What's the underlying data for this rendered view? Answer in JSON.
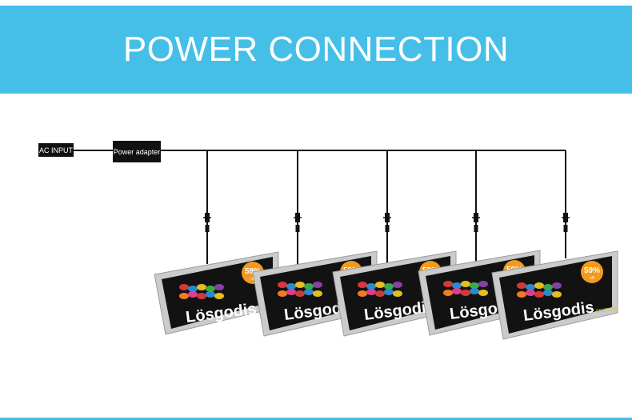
{
  "header": {
    "title": "POWER CONNECTION"
  },
  "labels": {
    "ac_input": "AC INPUT",
    "adapter": "Power adapter"
  },
  "display": {
    "brand": "Lösgodis",
    "badge": "59%",
    "badge_sub": "off",
    "tag": "crunchy",
    "count": 5
  },
  "colors": {
    "banner": "#45bfe8",
    "frame": "#c9cbcd",
    "screen": "#121212",
    "badge": "#f39a1e",
    "tag": "#e8c21e"
  }
}
